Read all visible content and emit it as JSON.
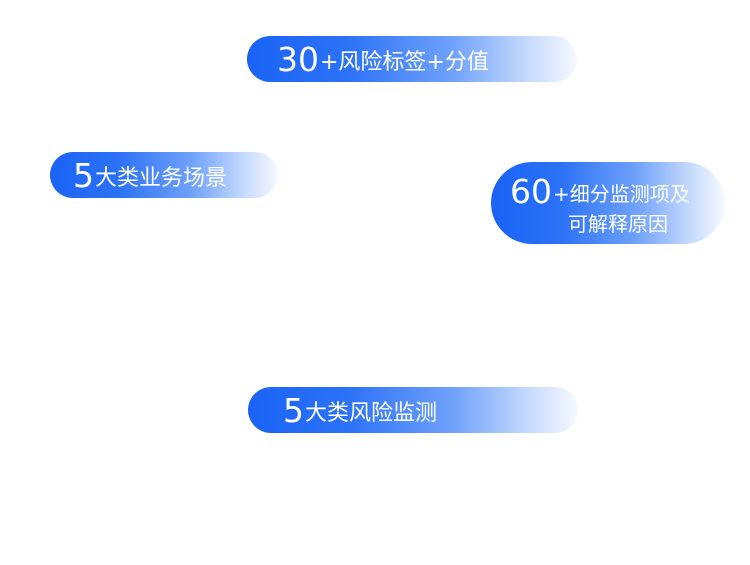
{
  "badges": [
    {
      "number": "30",
      "text": "+风险标签+分值"
    },
    {
      "number": "5",
      "text": "大类业务场景"
    },
    {
      "number": "60",
      "text_line1": "+细分监测项及",
      "text_line2": "可解释原因"
    },
    {
      "number": "5",
      "text": "大类风险监测"
    }
  ],
  "colors": {
    "gradient_start": "#1a63f5",
    "gradient_end": "#f6f9ff",
    "text": "#ffffff",
    "background": "#ffffff"
  }
}
